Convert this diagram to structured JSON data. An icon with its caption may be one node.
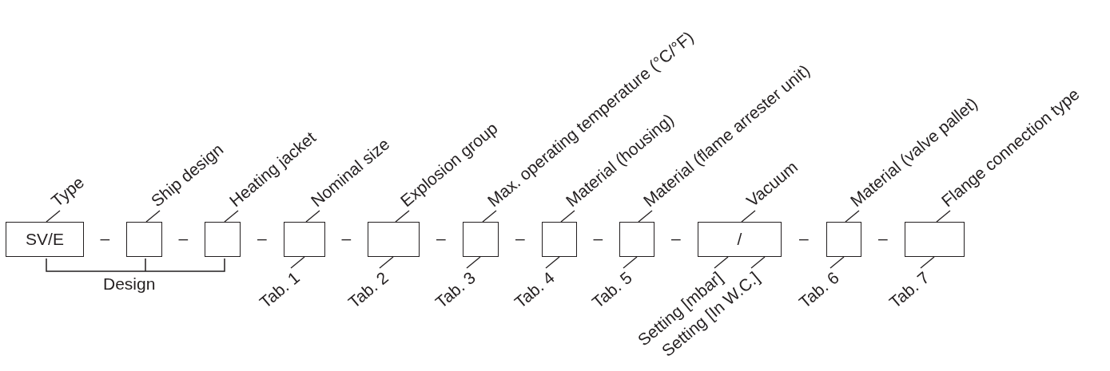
{
  "diagram": {
    "nodes": [
      {
        "text": [
          "SV/E"
        ]
      },
      {
        "text": [],
        "shape": "box"
      },
      {
        "text": [],
        "shape": "box"
      },
      {
        "text": [],
        "shape": "box"
      },
      {
        "text": [],
        "shape": "box"
      },
      {
        "text": [],
        "shape": "box"
      },
      {
        "text": [],
        "shape": "box"
      },
      {
        "text": [],
        "shape": "box"
      },
      {
        "text": [
          "/"
        ]
      },
      {
        "text": [],
        "shape": "box"
      },
      {
        "text": [],
        "shape": "box"
      },
      {
        "text": [
          "Type"
        ]
      },
      {
        "text": [
          "Ship design"
        ]
      },
      {
        "text": [
          "Heating jacket"
        ]
      },
      {
        "text": [
          "Nominal size"
        ]
      },
      {
        "text": [
          "Explosion group"
        ]
      },
      {
        "text": [
          "Max. operating temperature (°C/°F)"
        ]
      },
      {
        "text": [
          "Material (housing)"
        ]
      },
      {
        "text": [
          "Material (flame arrester unit)"
        ]
      },
      {
        "text": [
          "Vacuum"
        ]
      },
      {
        "text": [
          "Material (valve pallet)"
        ]
      },
      {
        "text": [
          "Flange connection type"
        ]
      },
      {
        "text": [
          "Tab. 1"
        ]
      },
      {
        "text": [
          "Tab. 2"
        ]
      },
      {
        "text": [
          "Tab. 3"
        ]
      },
      {
        "text": [
          "Tab. 4"
        ]
      },
      {
        "text": [
          "Tab. 5"
        ]
      },
      {
        "text": [
          "Setting [mbar]"
        ]
      },
      {
        "text": [
          "Setting [In W.C.]"
        ]
      },
      {
        "text": [
          "Tab. 6"
        ]
      },
      {
        "text": [
          "Tab. 7"
        ]
      }
    ],
    "edges": [
      {
        "from": 11,
        "to": 0,
        "arrow": "none"
      },
      {
        "from": 12,
        "to": 1,
        "arrow": "none"
      },
      {
        "from": 13,
        "to": 2,
        "arrow": "none"
      },
      {
        "from": 14,
        "to": 3,
        "arrow": "none"
      },
      {
        "from": 15,
        "to": 4,
        "arrow": "none"
      },
      {
        "from": 16,
        "to": 5,
        "arrow": "none"
      },
      {
        "from": 17,
        "to": 6,
        "arrow": "none"
      },
      {
        "from": 18,
        "to": 7,
        "arrow": "none"
      },
      {
        "from": 19,
        "to": 8,
        "arrow": "none"
      },
      {
        "from": 20,
        "to": 9,
        "arrow": "none"
      },
      {
        "from": 21,
        "to": 10,
        "arrow": "none"
      },
      {
        "from": 22,
        "to": 3,
        "arrow": "none"
      },
      {
        "from": 23,
        "to": 4,
        "arrow": "none"
      },
      {
        "from": 24,
        "to": 5,
        "arrow": "none"
      },
      {
        "from": 25,
        "to": 6,
        "arrow": "none"
      },
      {
        "from": 26,
        "to": 7,
        "arrow": "none"
      },
      {
        "from": 27,
        "to": 8,
        "arrow": "none"
      },
      {
        "from": 28,
        "to": 8,
        "arrow": "none"
      },
      {
        "from": 29,
        "to": 9,
        "arrow": "none"
      },
      {
        "from": 30,
        "to": 10,
        "arrow": "none"
      }
    ],
    "labels": [
      "–",
      "–",
      "–",
      "–",
      "–",
      "–",
      "–",
      "–",
      "–",
      "–",
      "Design"
    ]
  }
}
